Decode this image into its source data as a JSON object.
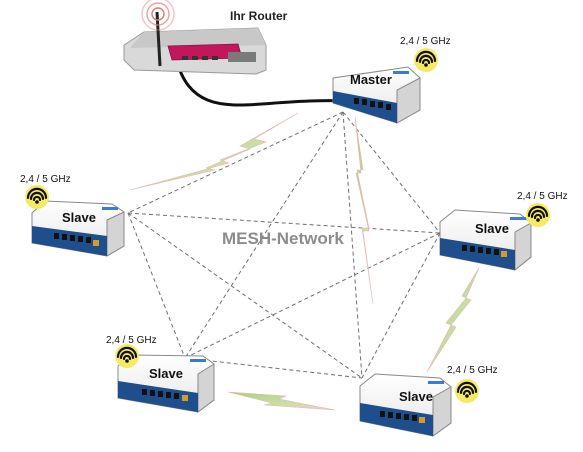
{
  "router": {
    "label": "Ihr Router"
  },
  "network": {
    "title": "MESH-Network"
  },
  "wifi_color": "#f4ea63",
  "nodes": [
    {
      "id": "master",
      "label": "Master",
      "band": "2,4 / 5 GHz"
    },
    {
      "id": "slave-left",
      "label": "Slave",
      "band": "2,4 / 5 GHz"
    },
    {
      "id": "slave-right",
      "label": "Slave",
      "band": "2,4 / 5 GHz"
    },
    {
      "id": "slave-bottom-left",
      "label": "Slave",
      "band": "2,4 / 5 GHz"
    },
    {
      "id": "slave-bottom-right",
      "label": "Slave",
      "band": "2,4 / 5 GHz"
    }
  ]
}
